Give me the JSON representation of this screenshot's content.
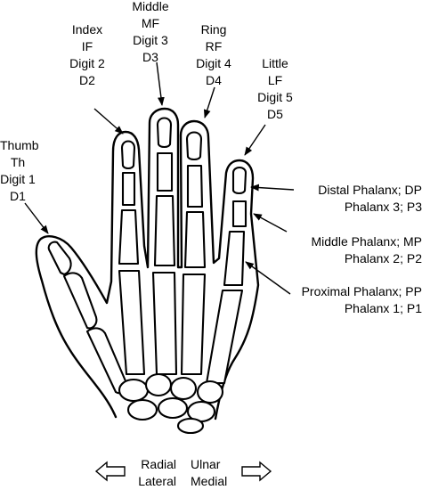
{
  "digits": {
    "thumb": [
      "Thumb",
      "Th",
      "Digit 1",
      "D1"
    ],
    "index": [
      "Index",
      "IF",
      "Digit 2",
      "D2"
    ],
    "middle": [
      "Middle",
      "MF",
      "Digit 3",
      "D3"
    ],
    "ring": [
      "Ring",
      "RF",
      "Digit 4",
      "D4"
    ],
    "little": [
      "Little",
      "LF",
      "Digit 5",
      "D5"
    ]
  },
  "phalanges": {
    "distal": [
      "Distal Phalanx; DP",
      "Phalanx 3; P3"
    ],
    "middle": [
      "Middle Phalanx; MP",
      "Phalanx 2; P2"
    ],
    "proximal": [
      "Proximal Phalanx; PP",
      "Phalanx 1; P1"
    ]
  },
  "directions": {
    "radial": [
      "Radial",
      "Lateral"
    ],
    "ulnar": [
      "Ulnar",
      "Medial"
    ]
  }
}
